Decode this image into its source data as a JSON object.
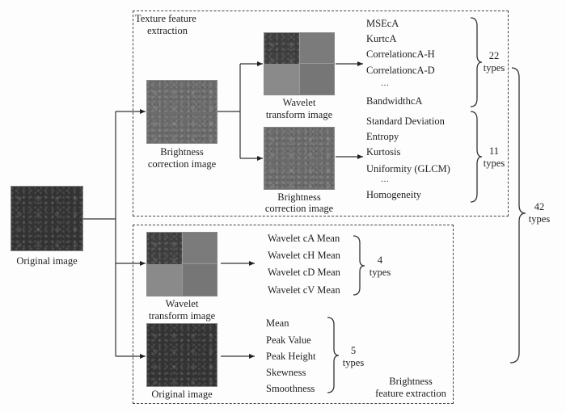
{
  "colors": {
    "line": "#333333",
    "dashed_border": "#444444",
    "original_image": "#343434",
    "brightness_image": "#6b6b6b",
    "wavelet_ca": "#3f3f3f",
    "wavelet_ch": "#7b7b7b",
    "wavelet_cv": "#8a8a8a",
    "wavelet_cd": "#767676"
  },
  "original": {
    "caption": "Original image"
  },
  "texture_group": {
    "title_line1": "Texture feature",
    "title_line2": "extraction",
    "brightness_image_caption_line1": "Brightness",
    "brightness_image_caption_line2": "correction image",
    "wavelet_image_caption_line1": "Wavelet",
    "wavelet_image_caption_line2": "transform image",
    "brightness_image2_caption_line1": "Brightness",
    "brightness_image2_caption_line2": "correction image",
    "wavelet_features": [
      "MSEcA",
      "KurtcA",
      "CorrelationcA-H",
      "CorrelationcA-D",
      "…",
      "BandwidthcA"
    ],
    "wavelet_count": "22",
    "wavelet_count_unit": "types",
    "glcm_features": [
      "Standard Deviation",
      "Entropy",
      "Kurtosis",
      "Uniformity (GLCM)",
      "…",
      "Homogeneity"
    ],
    "glcm_count": "11",
    "glcm_count_unit": "types"
  },
  "brightness_group": {
    "title_line1": "Brightness",
    "title_line2": "feature extraction",
    "wavelet_image_caption_line1": "Wavelet",
    "wavelet_image_caption_line2": "transform image",
    "original_image_caption": "Original image",
    "wavelet_mean_features": [
      "Wavelet cA Mean",
      "Wavelet cH Mean",
      "Wavelet cD Mean",
      "Wavelet cV Mean"
    ],
    "wavelet_mean_count": "4",
    "wavelet_mean_count_unit": "types",
    "histogram_features": [
      "Mean",
      "Peak Value",
      "Peak Height",
      "Skewness",
      "Smoothness"
    ],
    "histogram_count": "5",
    "histogram_count_unit": "types"
  },
  "total": {
    "count": "42",
    "unit": "types"
  }
}
